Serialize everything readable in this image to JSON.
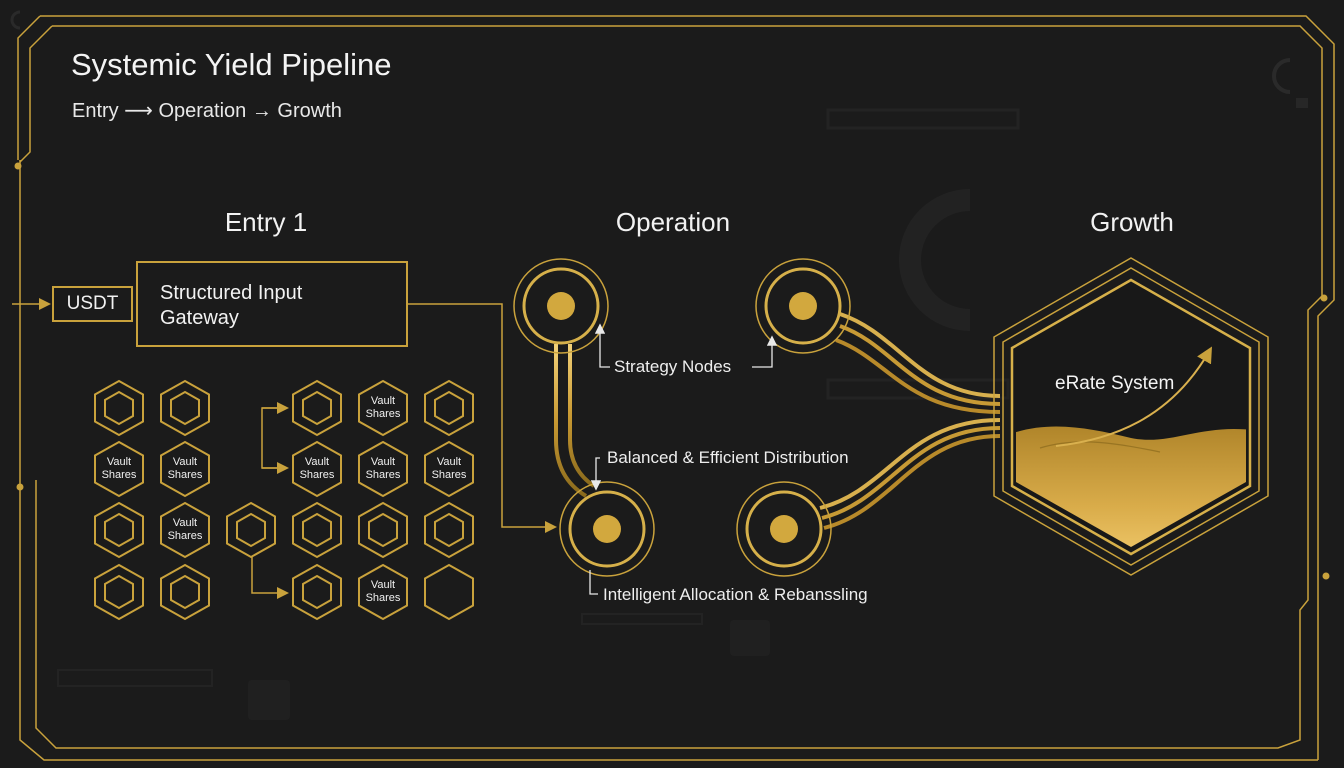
{
  "header": {
    "title": "Systemic Yield Pipeline",
    "subtitle": "Entry ⟶ Operation → Growth"
  },
  "sections": {
    "entry": "Entry 1",
    "operation": "Operation",
    "growth": "Growth"
  },
  "entry": {
    "input_token": "USDT",
    "gateway_line1": "Structured Input",
    "gateway_line2": "Gateway",
    "vault_line1": "Vault",
    "vault_line2": "Shares"
  },
  "operation": {
    "strategy_nodes": "Strategy Nodes",
    "distribution": "Balanced & Efficient Distribution",
    "allocation": "Intelligent Allocation & Rebanssling"
  },
  "growth": {
    "system_label": "eRate System"
  },
  "colors": {
    "background": "#1b1b1b",
    "gold": "#c9a23c",
    "gold_light": "#f0cc6a",
    "gold_dark": "#8a6a1c",
    "text": "#f2f2f2"
  }
}
